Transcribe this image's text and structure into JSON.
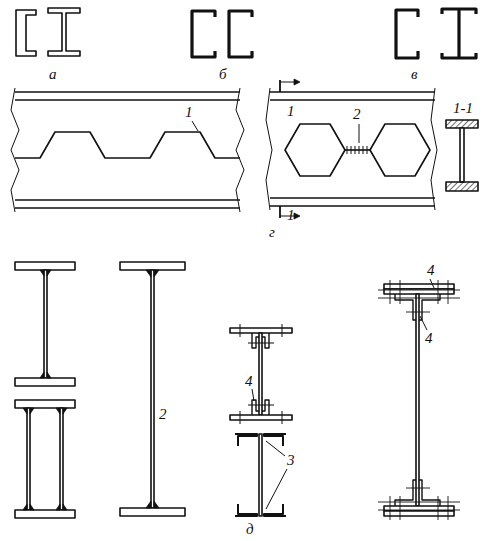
{
  "diagram": {
    "labels": [
      "а",
      "б",
      "в",
      "1",
      "1",
      "2",
      "1-1",
      "1",
      "г",
      "2",
      "4",
      "3",
      "4",
      "4",
      "д"
    ]
  }
}
